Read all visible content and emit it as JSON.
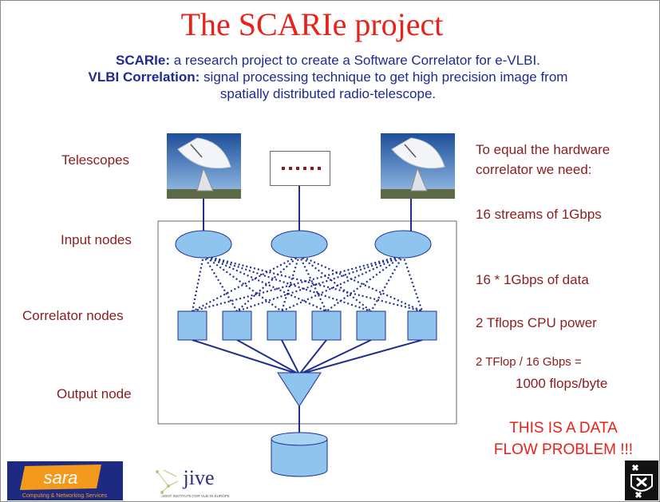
{
  "title": "The SCARIe project",
  "intro": {
    "line1_bold": "SCARIe:",
    "line1_rest": " a research project to create a Software Correlator for e-VLBI.",
    "line2_bold": "VLBI Correlation:",
    "line2_rest": " signal processing technique to get high precision image from",
    "line3": "spatially distributed radio-telescope."
  },
  "row_labels": {
    "telescopes": "Telescopes",
    "input_nodes": "Input nodes",
    "correlator_nodes": "Correlator nodes",
    "output_node": "Output node"
  },
  "notes": {
    "equal_line1": "To equal the hardware",
    "equal_line2": "correlator we need:",
    "streams": "16 streams of 1Gbps",
    "data": "16 * 1Gbps  of data",
    "cpu": "2 Tflops CPU power",
    "ratio_line1": "2 TFlop / 16 Gbps =",
    "ratio_line2": "1000 flops/byte"
  },
  "warning": {
    "line1": "THIS IS A DATA",
    "line2": "FLOW PROBLEM !!!"
  },
  "logos": {
    "sara_word": "sara",
    "sara_tagline": "Computing & Networking Services",
    "jive_word": "jive",
    "jive_tagline": "JOINT INSTITUTE FOR VLBI IN EUROPE"
  },
  "colors": {
    "title_red": "#e8221b",
    "intro_blue": "#1d2a8f",
    "label_darkred": "#8b1c1c",
    "node_fill": "#8fc4ee",
    "link_navy": "#1f2f8f",
    "sara_bg": "#1e2a82",
    "sara_orange": "#f39a1d"
  },
  "diagram": {
    "input_node_count": 3,
    "correlator_node_count": 6,
    "icons": {
      "telescope": "radio-telescope-photo",
      "placeholder": "more-telescopes-dots",
      "output": "output-triangle",
      "storage": "storage-cylinder"
    }
  }
}
